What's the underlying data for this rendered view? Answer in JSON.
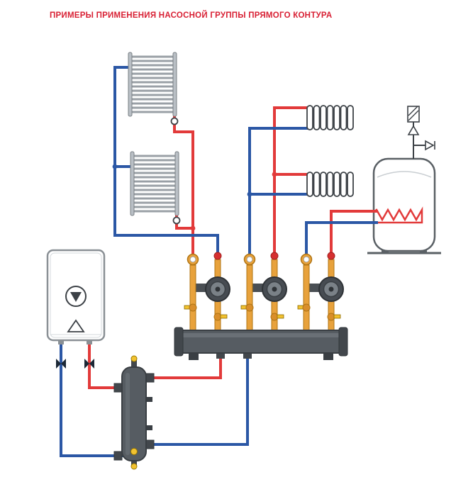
{
  "title": "ПРИМЕРЫ ПРИМЕНЕНИЯ НАСОСНОЙ ГРУППЫ ПРЯМОГО КОНТУРА",
  "colors": {
    "title_red": "#d81f33",
    "supply_red": "#e23a3a",
    "return_blue": "#2b57a5",
    "brass_orange": "#e8a23c",
    "brass_dark": "#b07515",
    "valve_yellow": "#f2c230",
    "component_gray": "#565c62",
    "component_dark": "#3a3f44",
    "radiator_gray": "#9aa0a6",
    "outline": "#3c4146"
  },
  "components": {
    "towel_radiator_top": "towel radiator",
    "towel_radiator_bottom": "towel radiator",
    "finned_radiator_top": "finned radiator",
    "finned_radiator_bottom": "finned radiator",
    "storage_tank": "indirect water heater with coil",
    "safety_group": "safety valve group",
    "boiler": "wall-hung boiler",
    "pump_group_1": "pump group direct circuit",
    "pump_group_2": "pump group direct circuit",
    "pump_group_3": "pump group direct circuit",
    "manifold": "distribution manifold",
    "hydraulic_separator": "hydraulic separator",
    "boiler_valves": "shut-off valves"
  }
}
